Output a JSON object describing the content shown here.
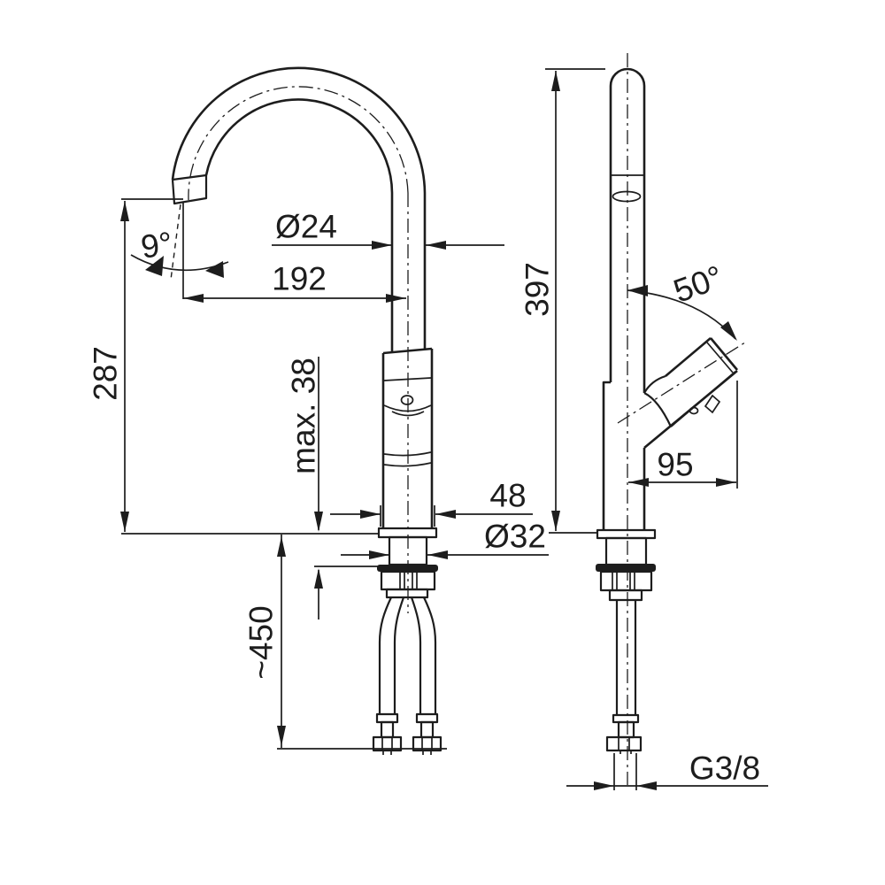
{
  "colors": {
    "background": "#ffffff",
    "line": "#1d1d1d"
  },
  "views": {
    "front_view": {
      "spout_height": "287",
      "spout_angle": "9°",
      "spout_diameter": "Ø24",
      "spout_reach": "192",
      "max_mounting_thickness": "max. 38",
      "base_width": "48",
      "hole_diameter": "Ø32",
      "hose_length": "~450"
    },
    "side_view": {
      "total_height": "397",
      "lever_angle": "50°",
      "lever_reach": "95",
      "connection_thread": "G3/8"
    }
  }
}
